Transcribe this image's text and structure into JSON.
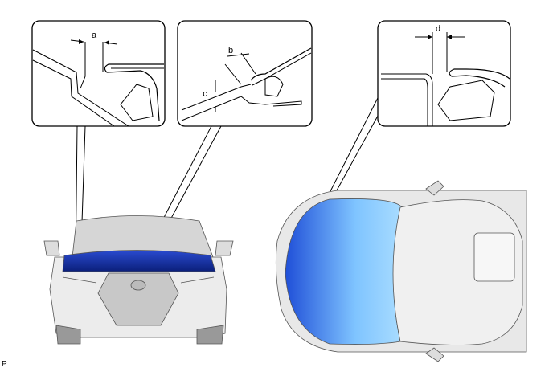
{
  "callouts": [
    {
      "label": "a"
    },
    {
      "label": "b",
      "label2": "c"
    },
    {
      "label": "d"
    }
  ],
  "figure_code": "P",
  "colors": {
    "hood_blue": "#1f4fd8",
    "hood_light": "#7fc4ff",
    "line": "#000000",
    "car_body": "#e6e6e6"
  }
}
